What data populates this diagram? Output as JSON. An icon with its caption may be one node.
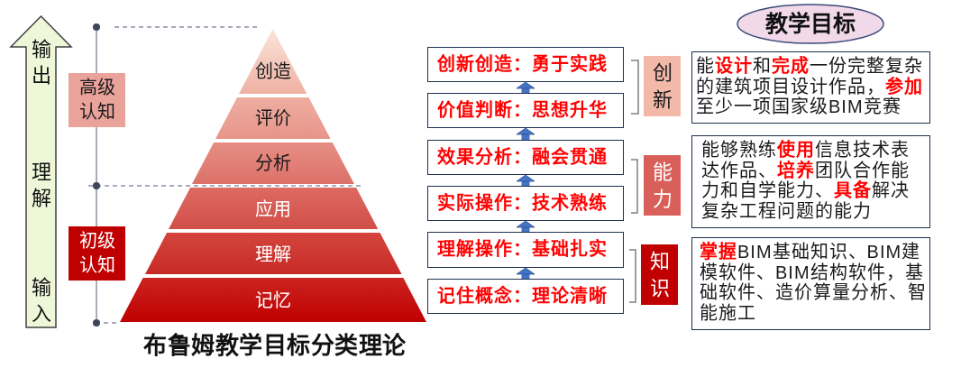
{
  "diagram": {
    "caption": "布鲁姆教学目标分类理论",
    "nodes": [
      {
        "text": [
          "输出",
          "理解",
          "输入"
        ]
      },
      {
        "text": [
          "高级认知"
        ]
      },
      {
        "text": [
          "初级认知"
        ]
      },
      {
        "text": [
          "创造"
        ]
      },
      {
        "text": [
          "评价"
        ]
      },
      {
        "text": [
          "分析"
        ]
      },
      {
        "text": [
          "应用"
        ]
      },
      {
        "text": [
          "理解"
        ]
      },
      {
        "text": [
          "记忆"
        ]
      },
      {
        "text": [
          "创新创造：勇于实践"
        ]
      },
      {
        "text": [
          "价值判断：思想升华"
        ]
      },
      {
        "text": [
          "效果分析：融会贯通"
        ]
      },
      {
        "text": [
          "实际操作：技术熟练"
        ]
      },
      {
        "text": [
          "理解操作：基础扎实"
        ]
      },
      {
        "text": [
          "记住概念：理论清晰"
        ]
      },
      {
        "text": [
          "创新"
        ]
      },
      {
        "text": [
          "能力"
        ]
      },
      {
        "text": [
          "知识"
        ]
      },
      {
        "text": [
          "教学目标"
        ]
      },
      {
        "text": [
          "能**设计**和**完成**一份完整复杂的建筑项目设计作品，**参加**至少一项国家级BIM竞赛"
        ]
      },
      {
        "text": [
          "能够熟练**使用**信息技术表达作品、**培养**团队合作能力和自学能力、**具备**解决复杂工程问题的能力"
        ]
      },
      {
        "text": [
          "**掌握**BIM基础知识、BIM建模软件、BIM结构软件，基础软件、造价算量分析、智能施工"
        ]
      }
    ],
    "edges": [
      {
        "from": 14,
        "to": 13,
        "arrow": "to"
      },
      {
        "from": 13,
        "to": 12,
        "arrow": "to"
      },
      {
        "from": 12,
        "to": 11,
        "arrow": "to"
      },
      {
        "from": 11,
        "to": 10,
        "arrow": "to"
      },
      {
        "from": 10,
        "to": 9,
        "arrow": "to"
      }
    ]
  }
}
